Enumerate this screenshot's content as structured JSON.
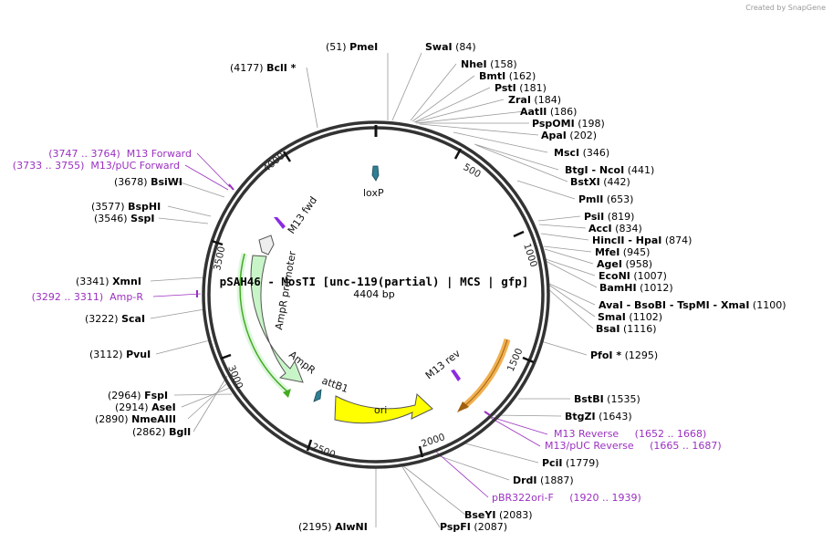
{
  "credit": "Created by SnapGene",
  "plasmid": {
    "title": "pSAH46 - MosTI [unc-119(partial) | MCS | gfp]",
    "length_label": "4404 bp"
  },
  "colors": {
    "ring": "#333333",
    "site_line": "#999999",
    "primer": "#9B30C0",
    "ampr": "#c8f5c8",
    "ori": "#ffff00",
    "gfp": "#f0b050",
    "loxp": "#2f7f95"
  },
  "ring_ticks": [
    "500",
    "1000",
    "1500",
    "2000",
    "2500",
    "3000",
    "3500",
    "4000"
  ],
  "features": {
    "loxp": "loxP",
    "m13fwd": "M13 fwd",
    "amprp": "AmpR promoter",
    "ampr": "AmpR",
    "attb1": "attB1",
    "ori": "ori",
    "m13rev": "M13 rev"
  },
  "sites": [
    {
      "pre": "(51)",
      "name": "PmeI",
      "post": ""
    },
    {
      "pre": "",
      "name": "SwaI",
      "post": "(84)"
    },
    {
      "pre": "",
      "name": "NheI",
      "post": "(158)"
    },
    {
      "pre": "",
      "name": "BmtI",
      "post": "(162)"
    },
    {
      "pre": "",
      "name": "PstI",
      "post": "(181)"
    },
    {
      "pre": "",
      "name": "ZraI",
      "post": "(184)"
    },
    {
      "pre": "",
      "name": "AatII",
      "post": "(186)"
    },
    {
      "pre": "",
      "name": "PspOMI",
      "post": "(198)"
    },
    {
      "pre": "",
      "name": "ApaI",
      "post": "(202)"
    },
    {
      "pre": "",
      "name": "MscI",
      "post": "(346)"
    },
    {
      "pre": "",
      "name": "BtgI - NcoI",
      "post": "(441)"
    },
    {
      "pre": "",
      "name": "BstXI",
      "post": "(442)"
    },
    {
      "pre": "",
      "name": "PmlI",
      "post": "(653)"
    },
    {
      "pre": "",
      "name": "PsiI",
      "post": "(819)"
    },
    {
      "pre": "",
      "name": "AccI",
      "post": "(834)"
    },
    {
      "pre": "",
      "name": "HincII - HpaI",
      "post": "(874)"
    },
    {
      "pre": "",
      "name": "MfeI",
      "post": "(945)"
    },
    {
      "pre": "",
      "name": "AgeI",
      "post": "(958)"
    },
    {
      "pre": "",
      "name": "EcoNI",
      "post": "(1007)"
    },
    {
      "pre": "",
      "name": "BamHI",
      "post": "(1012)"
    },
    {
      "pre": "",
      "name": "AvaI - BsoBI - TspMI - XmaI",
      "post": "(1100)"
    },
    {
      "pre": "",
      "name": "SmaI",
      "post": "(1102)"
    },
    {
      "pre": "",
      "name": "BsaI",
      "post": "(1116)"
    },
    {
      "pre": "",
      "name": "PfoI *",
      "post": "(1295)"
    },
    {
      "pre": "",
      "name": "BstBI",
      "post": "(1535)"
    },
    {
      "pre": "",
      "name": "BtgZI",
      "post": "(1643)"
    },
    {
      "pre": "",
      "name": "PciI",
      "post": "(1779)"
    },
    {
      "pre": "",
      "name": "DrdI",
      "post": "(1887)"
    },
    {
      "pre": "",
      "name": "BseYI",
      "post": "(2083)"
    },
    {
      "pre": "",
      "name": "PspFI",
      "post": "(2087)"
    },
    {
      "pre": "(2195)",
      "name": "AlwNI",
      "post": ""
    },
    {
      "pre": "(2862)",
      "name": "BglI",
      "post": ""
    },
    {
      "pre": "(2890)",
      "name": "NmeAIII",
      "post": ""
    },
    {
      "pre": "(2914)",
      "name": "AseI",
      "post": ""
    },
    {
      "pre": "(2964)",
      "name": "FspI",
      "post": ""
    },
    {
      "pre": "(3112)",
      "name": "PvuI",
      "post": ""
    },
    {
      "pre": "(3222)",
      "name": "ScaI",
      "post": ""
    },
    {
      "pre": "(3341)",
      "name": "XmnI",
      "post": ""
    },
    {
      "pre": "(3546)",
      "name": "SspI",
      "post": ""
    },
    {
      "pre": "(3577)",
      "name": "BspHI",
      "post": ""
    },
    {
      "pre": "(3678)",
      "name": "BsiWI",
      "post": ""
    },
    {
      "pre": "(4177)",
      "name": "BclI *",
      "post": ""
    }
  ],
  "primers": [
    {
      "text": "(3747 .. 3764)  M13 Forward"
    },
    {
      "text": "(3733 .. 3755)  M13/pUC Forward"
    },
    {
      "text": "(3292 .. 3311)  Amp-R"
    },
    {
      "text": "M13 Reverse     (1652 .. 1668)"
    },
    {
      "text": "M13/pUC Reverse     (1665 .. 1687)"
    },
    {
      "text": "pBR322ori-F     (1920 .. 1939)"
    }
  ]
}
